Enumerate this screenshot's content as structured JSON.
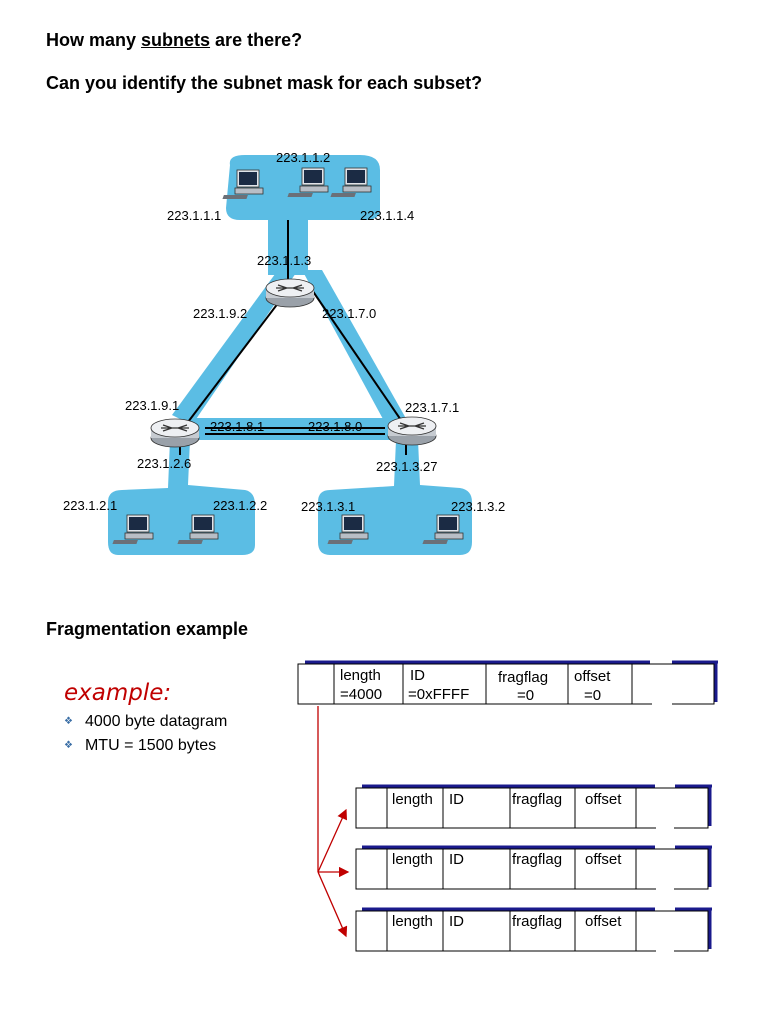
{
  "questions": {
    "q1_pre": "How many ",
    "q1_underlined": "subnets",
    "q1_post": " are there?",
    "q2": "Can you identify the subnet mask for each subset?"
  },
  "network": {
    "labels": {
      "ip_1_1_2": "223.1.1.2",
      "ip_1_1_1": "223.1.1.1",
      "ip_1_1_4": "223.1.1.4",
      "ip_1_1_3": "223.1.1.3",
      "ip_1_9_2": "223.1.9.2",
      "ip_1_7_0": "223.1.7.0",
      "ip_1_9_1": "223.1.9.1",
      "ip_1_7_1": "223.1.7.1",
      "ip_1_8_1": "223.1.8.1",
      "ip_1_8_0": "223.1.8.0",
      "ip_1_2_6": "223.1.2.6",
      "ip_1_3_27": "223.1.3.27",
      "ip_1_2_1": "223.1.2.1",
      "ip_1_2_2": "223.1.2.2",
      "ip_1_3_1": "223.1.3.1",
      "ip_1_3_2": "223.1.3.2"
    },
    "colors": {
      "subnet": "#5bbde4",
      "router": "#d9dde2"
    },
    "icons": [
      "desktop-computer-icon",
      "router-icon"
    ]
  },
  "fragmentation": {
    "title": "Fragmentation example",
    "example_label": "example:",
    "bullets": [
      "4000 byte datagram",
      "MTU = 1500 bytes"
    ],
    "original": {
      "length_label": "length",
      "length_value": "=4000",
      "id_label": "ID",
      "id_value": "=0xFFFF",
      "fragflag_label": "fragflag",
      "fragflag_value": "=0",
      "offset_label": "offset",
      "offset_value": "=0"
    },
    "fragment_fields": {
      "length": "length",
      "id": "ID",
      "fragflag": "fragflag",
      "offset": "offset"
    },
    "colors": {
      "arrow": "#c00000",
      "bar": "#1a1a8c"
    }
  }
}
